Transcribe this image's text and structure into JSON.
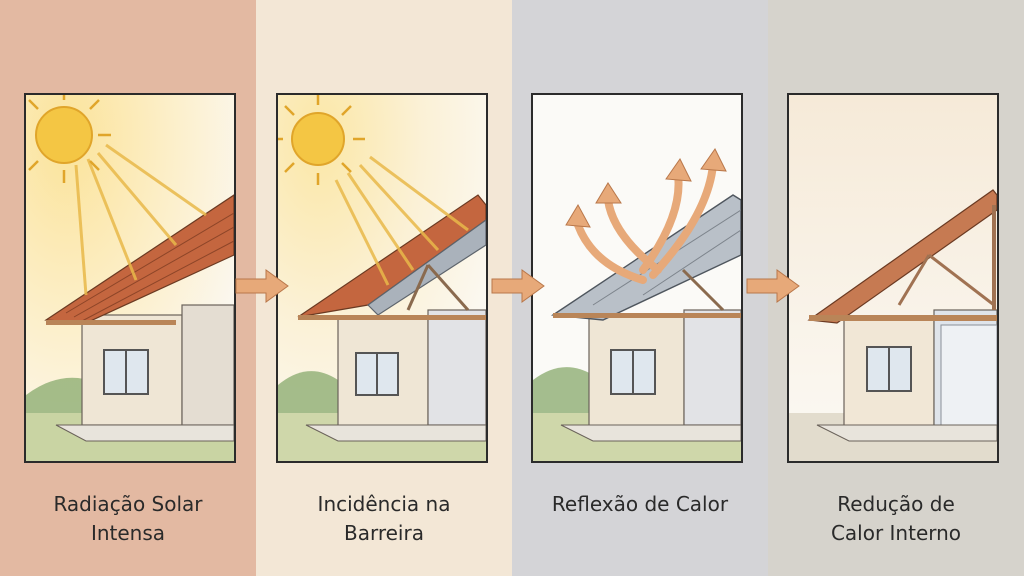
{
  "steps": [
    {
      "line1": "Radiação Solar",
      "line2": "Intensa"
    },
    {
      "line1": "Incidência na",
      "line2": "Barreira"
    },
    {
      "line1": "Reflexão de Calor",
      "line2": ""
    },
    {
      "line1": "Redução de",
      "line2": "Calor Interno"
    }
  ],
  "colors": {
    "panel1_bg": "#e3b9a2",
    "panel2_bg": "#f3e7d6",
    "panel3_bg": "#d4d4d7",
    "panel4_bg": "#d6d3cc",
    "arrow": "#e7a979",
    "sun": "#f4c644",
    "roof_tile": "#c4663f",
    "barrier": "#9aa3ad"
  },
  "icons": [
    "sun-icon",
    "house-icon",
    "arrow-right-icon",
    "reflection-arrow-icon"
  ]
}
